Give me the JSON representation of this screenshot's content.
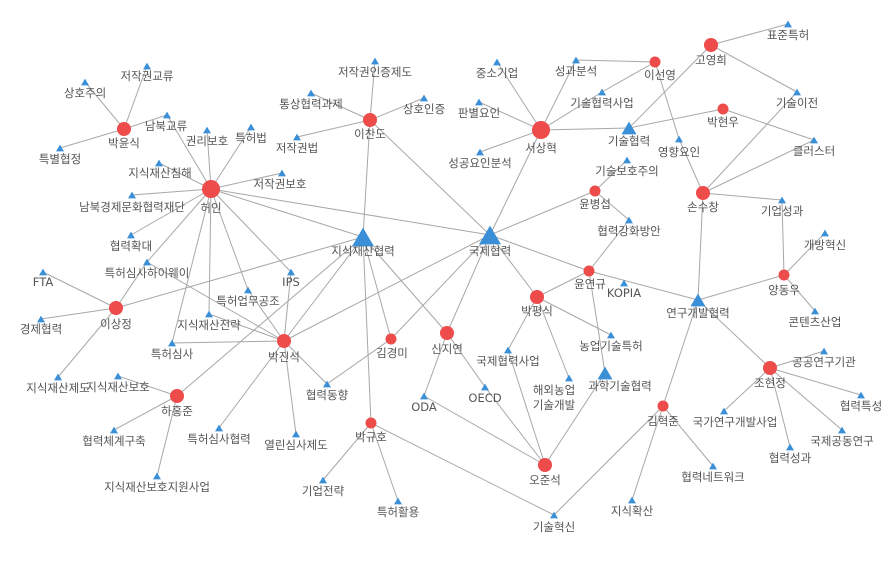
{
  "colors": {
    "person": "#ee4b4b",
    "topic": "#3a8fd6",
    "edge": "#a8a8a8",
    "label": "#555555"
  },
  "nodes": [
    {
      "id": "허인",
      "type": "person",
      "size": "lg"
    },
    {
      "id": "박윤식",
      "type": "person",
      "size": "md"
    },
    {
      "id": "이찬도",
      "type": "person",
      "size": "md"
    },
    {
      "id": "서상혁",
      "type": "person",
      "size": "lg"
    },
    {
      "id": "이선영",
      "type": "person",
      "size": "sm"
    },
    {
      "id": "고영희",
      "type": "person",
      "size": "md"
    },
    {
      "id": "박현우",
      "type": "person",
      "size": "sm"
    },
    {
      "id": "손수창",
      "type": "person",
      "size": "md"
    },
    {
      "id": "윤병섭",
      "type": "person",
      "size": "sm"
    },
    {
      "id": "윤연규",
      "type": "person",
      "size": "sm"
    },
    {
      "id": "박평식",
      "type": "person",
      "size": "md"
    },
    {
      "id": "신지연",
      "type": "person",
      "size": "md"
    },
    {
      "id": "김경미",
      "type": "person",
      "size": "sm"
    },
    {
      "id": "박진석",
      "type": "person",
      "size": "md"
    },
    {
      "id": "이상정",
      "type": "person",
      "size": "md"
    },
    {
      "id": "하홍준",
      "type": "person",
      "size": "md"
    },
    {
      "id": "박규호",
      "type": "person",
      "size": "sm"
    },
    {
      "id": "오준석",
      "type": "person",
      "size": "md"
    },
    {
      "id": "김혁준",
      "type": "person",
      "size": "sm"
    },
    {
      "id": "양동우",
      "type": "person",
      "size": "sm"
    },
    {
      "id": "조현정",
      "type": "person",
      "size": "md"
    },
    {
      "id": "저작권교류",
      "type": "topic",
      "size": "sm"
    },
    {
      "id": "상호주의",
      "type": "topic",
      "size": "sm"
    },
    {
      "id": "특별협정",
      "type": "topic",
      "size": "sm"
    },
    {
      "id": "남북교류",
      "type": "topic",
      "size": "sm"
    },
    {
      "id": "권리보호",
      "type": "topic",
      "size": "sm"
    },
    {
      "id": "특허법",
      "type": "topic",
      "size": "sm"
    },
    {
      "id": "지식재산침해",
      "type": "topic",
      "size": "sm"
    },
    {
      "id": "저작권보호",
      "type": "topic",
      "size": "sm"
    },
    {
      "id": "남북경제문화협력재단",
      "type": "topic",
      "size": "sm"
    },
    {
      "id": "협력확대",
      "type": "topic",
      "size": "sm"
    },
    {
      "id": "특허심사하이웨이",
      "type": "topic",
      "size": "sm"
    },
    {
      "id": "FTA",
      "type": "topic",
      "size": "sm"
    },
    {
      "id": "IPS",
      "type": "topic",
      "size": "sm"
    },
    {
      "id": "특허업무공조",
      "type": "topic",
      "size": "sm"
    },
    {
      "id": "경제협력",
      "type": "topic",
      "size": "sm"
    },
    {
      "id": "지식재산전략",
      "type": "topic",
      "size": "sm"
    },
    {
      "id": "특허심사",
      "type": "topic",
      "size": "sm"
    },
    {
      "id": "지식재산제도",
      "type": "topic",
      "size": "sm"
    },
    {
      "id": "지식재산보호",
      "type": "topic",
      "size": "sm"
    },
    {
      "id": "협력체계구축",
      "type": "topic",
      "size": "sm"
    },
    {
      "id": "지식재산보호지원사업",
      "type": "topic",
      "size": "sm"
    },
    {
      "id": "특허심사협력",
      "type": "topic",
      "size": "sm"
    },
    {
      "id": "열린심사제도",
      "type": "topic",
      "size": "sm"
    },
    {
      "id": "협력동향",
      "type": "topic",
      "size": "sm"
    },
    {
      "id": "기업전략",
      "type": "topic",
      "size": "sm"
    },
    {
      "id": "특허활용",
      "type": "topic",
      "size": "sm"
    },
    {
      "id": "저작권인증제도",
      "type": "topic",
      "size": "sm"
    },
    {
      "id": "통상협력과제",
      "type": "topic",
      "size": "sm"
    },
    {
      "id": "상호인증",
      "type": "topic",
      "size": "sm"
    },
    {
      "id": "저작권법",
      "type": "topic",
      "size": "sm"
    },
    {
      "id": "지식재산협력",
      "type": "topic",
      "size": "lg"
    },
    {
      "id": "국제협력",
      "type": "topic",
      "size": "lg"
    },
    {
      "id": "중소기업",
      "type": "topic",
      "size": "sm"
    },
    {
      "id": "성과분석",
      "type": "topic",
      "size": "sm"
    },
    {
      "id": "판별요인",
      "type": "topic",
      "size": "sm"
    },
    {
      "id": "기술협력사업",
      "type": "topic",
      "size": "sm"
    },
    {
      "id": "기술협력",
      "type": "topic",
      "size": "md"
    },
    {
      "id": "성공요인분석",
      "type": "topic",
      "size": "sm"
    },
    {
      "id": "영향요인",
      "type": "topic",
      "size": "sm"
    },
    {
      "id": "기술보호주의",
      "type": "topic",
      "size": "sm"
    },
    {
      "id": "표준특허",
      "type": "topic",
      "size": "sm"
    },
    {
      "id": "기술이전",
      "type": "topic",
      "size": "sm"
    },
    {
      "id": "클러스터",
      "type": "topic",
      "size": "sm"
    },
    {
      "id": "기업성과",
      "type": "topic",
      "size": "sm"
    },
    {
      "id": "개방혁신",
      "type": "topic",
      "size": "sm"
    },
    {
      "id": "협력강화방안",
      "type": "topic",
      "size": "sm"
    },
    {
      "id": "KOPIA",
      "type": "topic",
      "size": "sm"
    },
    {
      "id": "연구개발협력",
      "type": "topic",
      "size": "md"
    },
    {
      "id": "콘텐츠산업",
      "type": "topic",
      "size": "sm"
    },
    {
      "id": "농업기술특허",
      "type": "topic",
      "size": "sm"
    },
    {
      "id": "국제협력사업",
      "type": "topic",
      "size": "sm"
    },
    {
      "id": "해외농업기술개발",
      "label": [
        "해외농업",
        "기술개발"
      ],
      "type": "topic",
      "size": "sm"
    },
    {
      "id": "과학기술협력",
      "type": "topic",
      "size": "md"
    },
    {
      "id": "OECD",
      "type": "topic",
      "size": "sm"
    },
    {
      "id": "ODA",
      "type": "topic",
      "size": "sm"
    },
    {
      "id": "공공연구기관",
      "type": "topic",
      "size": "sm"
    },
    {
      "id": "협력특성",
      "type": "topic",
      "size": "sm"
    },
    {
      "id": "국제공동연구",
      "type": "topic",
      "size": "sm"
    },
    {
      "id": "국가연구개발사업",
      "type": "topic",
      "size": "sm"
    },
    {
      "id": "협력성과",
      "type": "topic",
      "size": "sm"
    },
    {
      "id": "협력네트워크",
      "type": "topic",
      "size": "sm"
    },
    {
      "id": "지식확산",
      "type": "topic",
      "size": "sm"
    },
    {
      "id": "기술혁신",
      "type": "topic",
      "size": "sm"
    }
  ],
  "edges": [
    [
      "박윤식",
      "저작권교류"
    ],
    [
      "박윤식",
      "상호주의"
    ],
    [
      "박윤식",
      "특별협정"
    ],
    [
      "박윤식",
      "남북교류"
    ],
    [
      "허인",
      "남북교류"
    ],
    [
      "허인",
      "권리보호"
    ],
    [
      "허인",
      "특허법"
    ],
    [
      "허인",
      "지식재산침해"
    ],
    [
      "허인",
      "저작권보호"
    ],
    [
      "허인",
      "남북경제문화협력재단"
    ],
    [
      "허인",
      "협력확대"
    ],
    [
      "허인",
      "특허심사하이웨이"
    ],
    [
      "허인",
      "특허심사"
    ],
    [
      "허인",
      "지식재산전략"
    ],
    [
      "허인",
      "특허업무공조"
    ],
    [
      "허인",
      "IPS"
    ],
    [
      "허인",
      "지식재산협력"
    ],
    [
      "허인",
      "국제협력"
    ],
    [
      "이찬도",
      "저작권인증제도"
    ],
    [
      "이찬도",
      "통상협력과제"
    ],
    [
      "이찬도",
      "상호인증"
    ],
    [
      "이찬도",
      "저작권법"
    ],
    [
      "이찬도",
      "지식재산협력"
    ],
    [
      "이찬도",
      "국제협력"
    ],
    [
      "박진석",
      "지식재산협력"
    ],
    [
      "박진석",
      "국제협력"
    ],
    [
      "박진석",
      "특허심사"
    ],
    [
      "박진석",
      "지식재산전략"
    ],
    [
      "박진석",
      "특허업무공조"
    ],
    [
      "박진석",
      "IPS"
    ],
    [
      "박진석",
      "협력동향"
    ],
    [
      "박진석",
      "특허심사협력"
    ],
    [
      "박진석",
      "열린심사제도"
    ],
    [
      "박진석",
      "특허심사하이웨이"
    ],
    [
      "김경미",
      "협력동향"
    ],
    [
      "김경미",
      "국제협력"
    ],
    [
      "김경미",
      "지식재산협력"
    ],
    [
      "신지연",
      "국제협력"
    ],
    [
      "신지연",
      "ODA"
    ],
    [
      "신지연",
      "OECD"
    ],
    [
      "신지연",
      "지식재산협력"
    ],
    [
      "박규호",
      "기업전략"
    ],
    [
      "박규호",
      "특허활용"
    ],
    [
      "박규호",
      "기술혁신"
    ],
    [
      "박규호",
      "지식재산협력"
    ],
    [
      "오준석",
      "ODA"
    ],
    [
      "오준석",
      "OECD"
    ],
    [
      "오준석",
      "국제협력사업"
    ],
    [
      "오준석",
      "과학기술협력"
    ],
    [
      "박평식",
      "국제협력"
    ],
    [
      "박평식",
      "윤연규"
    ],
    [
      "박평식",
      "국제협력사업"
    ],
    [
      "박평식",
      "해외농업기술개발"
    ],
    [
      "박평식",
      "농업기술특허"
    ],
    [
      "윤연규",
      "협력강화방안"
    ],
    [
      "윤연규",
      "연구개발협력"
    ],
    [
      "윤연규",
      "과학기술협력"
    ],
    [
      "윤연규",
      "국제협력"
    ],
    [
      "윤병섭",
      "국제협력"
    ],
    [
      "윤병섭",
      "기술보호주의"
    ],
    [
      "윤병섭",
      "협력강화방안"
    ],
    [
      "서상혁",
      "중소기업"
    ],
    [
      "서상혁",
      "성과분석"
    ],
    [
      "서상혁",
      "판별요인"
    ],
    [
      "서상혁",
      "기술협력사업"
    ],
    [
      "서상혁",
      "기술협력"
    ],
    [
      "서상혁",
      "성공요인분석"
    ],
    [
      "서상혁",
      "국제협력"
    ],
    [
      "이선영",
      "성과분석"
    ],
    [
      "이선영",
      "기술협력사업"
    ],
    [
      "이선영",
      "영향요인"
    ],
    [
      "고영희",
      "표준특허"
    ],
    [
      "고영희",
      "기술이전"
    ],
    [
      "고영희",
      "기술협력"
    ],
    [
      "박현우",
      "기술협력"
    ],
    [
      "박현우",
      "클러스터"
    ],
    [
      "손수창",
      "영향요인"
    ],
    [
      "손수창",
      "기술이전"
    ],
    [
      "손수창",
      "클러스터"
    ],
    [
      "손수창",
      "기업성과"
    ],
    [
      "손수창",
      "연구개발협력"
    ],
    [
      "양동우",
      "기업성과"
    ],
    [
      "양동우",
      "개방혁신"
    ],
    [
      "양동우",
      "콘텐츠산업"
    ],
    [
      "양동우",
      "연구개발협력"
    ],
    [
      "연구개발협력",
      "김혁준"
    ],
    [
      "연구개발협력",
      "조현정"
    ],
    [
      "조현정",
      "공공연구기관"
    ],
    [
      "조현정",
      "협력특성"
    ],
    [
      "조현정",
      "국제공동연구"
    ],
    [
      "조현정",
      "국가연구개발사업"
    ],
    [
      "조현정",
      "협력성과"
    ],
    [
      "김혁준",
      "협력네트워크"
    ],
    [
      "김혁준",
      "지식확산"
    ],
    [
      "김혁준",
      "기술혁신"
    ],
    [
      "이상정",
      "FTA"
    ],
    [
      "이상정",
      "경제협력"
    ],
    [
      "이상정",
      "특허심사하이웨이"
    ],
    [
      "이상정",
      "지식재산제도"
    ],
    [
      "이상정",
      "지식재산협력"
    ],
    [
      "하홍준",
      "지식재산보호"
    ],
    [
      "하홍준",
      "협력체계구축"
    ],
    [
      "하홍준",
      "지식재산보호지원사업"
    ],
    [
      "하홍준",
      "지식재산협력"
    ]
  ]
}
